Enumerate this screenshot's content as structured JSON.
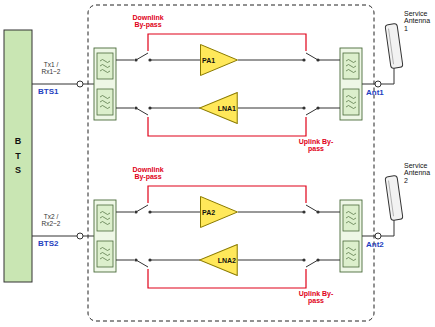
{
  "diagram": {
    "nodes": [
      {
        "text": [
          "B T S"
        ]
      },
      {
        "text": [
          "PA1"
        ]
      },
      {
        "text": [
          "LNA1"
        ]
      },
      {
        "text": [
          "PA2"
        ]
      },
      {
        "text": [
          "LNA2"
        ]
      }
    ],
    "labels": [
      "Downlink By-pass",
      "Uplink By-pass",
      "Downlink By-pass",
      "Uplink By-pass",
      "Tx1 / Rx1~2",
      "BTS1",
      "Tx2 / Rx2~2",
      "BTS2",
      "Ant1",
      "Ant2",
      "Service Antenna 1",
      "Service Antenna 2"
    ]
  }
}
